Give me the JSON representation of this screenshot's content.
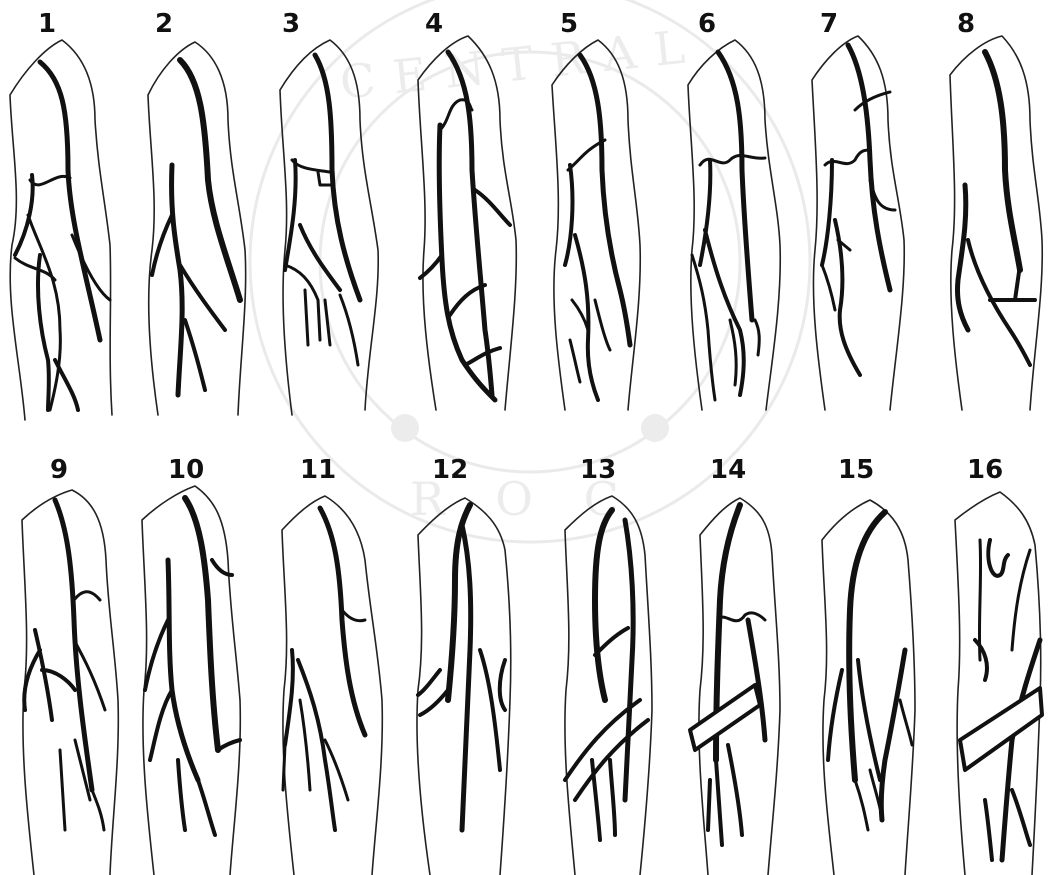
{
  "figure": {
    "panel_numbers": [
      "1",
      "2",
      "3",
      "4",
      "5",
      "6",
      "7",
      "8",
      "9",
      "10",
      "11",
      "12",
      "13",
      "14",
      "15",
      "16"
    ]
  },
  "watermark": {
    "type": "circular library stamp",
    "text": "CENTRAL",
    "bottom_text": "R O C"
  },
  "colors": {
    "ink": "#111111",
    "background": "#ffffff",
    "watermark": "#d9d9d9"
  }
}
